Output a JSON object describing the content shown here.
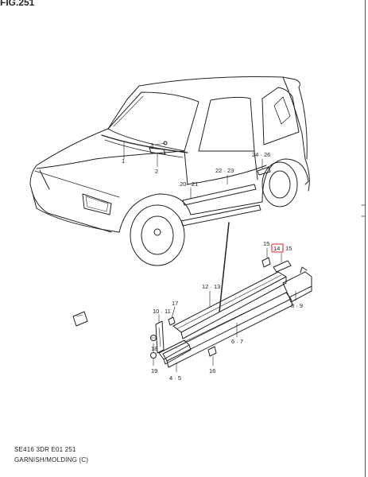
{
  "figure": {
    "title": "FIG.251",
    "caption_line1": "SE416 3DR E01  251",
    "caption_line2": "GARNISH/MOLDING (C)"
  },
  "callouts": [
    {
      "id": "c1",
      "text": "1"
    },
    {
      "id": "c2",
      "text": "2"
    },
    {
      "id": "c3",
      "text": "3"
    },
    {
      "id": "c2426",
      "text": "24 · 26"
    },
    {
      "id": "c2223",
      "text": "22 · 23"
    },
    {
      "id": "c2021",
      "text": "20 · 21"
    },
    {
      "id": "c15a",
      "text": "15"
    },
    {
      "id": "c1415",
      "text": "14 · 15"
    },
    {
      "id": "c1213",
      "text": "12 · 13"
    },
    {
      "id": "c17",
      "text": "17"
    },
    {
      "id": "c1011",
      "text": "10 · 11"
    },
    {
      "id": "c18",
      "text": "18"
    },
    {
      "id": "c19",
      "text": "19"
    },
    {
      "id": "c45",
      "text": "4 · 5"
    },
    {
      "id": "c16",
      "text": "16"
    },
    {
      "id": "c67",
      "text": "6 · 7"
    },
    {
      "id": "c89",
      "text": "8 · 9"
    }
  ],
  "highlight": {
    "color": "#d9232d"
  }
}
